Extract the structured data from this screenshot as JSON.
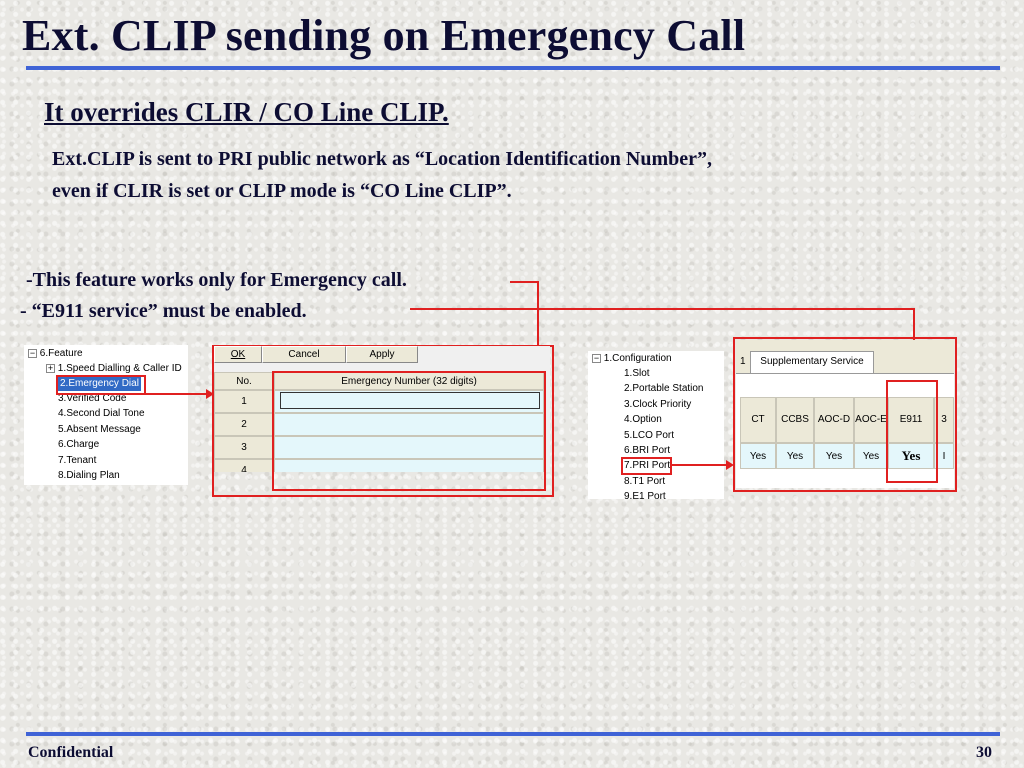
{
  "slide": {
    "title": "Ext. CLIP sending on Emergency Call",
    "subtitle": "It overrides CLIR / CO Line CLIP.",
    "para_line1": "Ext.CLIP is sent to PRI public network as “Location Identification Number”,",
    "para_line2": "even if CLIR is set or CLIP mode is “CO Line CLIP”.",
    "bullet1_prefix": "-",
    "bullet1_text": "This feature works only for Emergency call.",
    "bullet2_prefix": "- ",
    "bullet2_text": "“E911 service” must be enabled.",
    "footer_left": "Confidential",
    "footer_right": "30"
  },
  "feature_tree": {
    "root": "6.Feature",
    "items": [
      "1.Speed Dialling & Caller ID",
      "2.Emergency Dial",
      "3.Verified Code",
      "4.Second Dial Tone",
      "5.Absent Message",
      "6.Charge",
      "7.Tenant",
      "8.Dialing Plan"
    ],
    "selected_index": 1
  },
  "emergency_grid": {
    "buttons": [
      "OK",
      "Cancel",
      "Apply"
    ],
    "col_no": "No.",
    "col_number": "Emergency Number (32 digits)",
    "rows": [
      "1",
      "2",
      "3",
      "4"
    ]
  },
  "config_tree": {
    "root": "1.Configuration",
    "items": [
      "1.Slot",
      "2.Portable Station",
      "3.Clock Priority",
      "4.Option",
      "5.LCO Port",
      "6.BRI Port",
      "7.PRI Port",
      "8.T1 Port",
      "9.E1 Port"
    ],
    "selected_index": 6
  },
  "supp_service": {
    "tab_prefix": "1",
    "tab": "Supplementary Service",
    "headers": [
      "CT",
      "CCBS",
      "AOC-D",
      "AOC-E",
      "E911",
      "3"
    ],
    "values": [
      "Yes",
      "Yes",
      "Yes",
      "Yes",
      "Yes",
      "I"
    ]
  },
  "colors": {
    "accent_rule": "#3f63d6",
    "highlight_red": "#e02020",
    "selection": "#316ac5"
  }
}
